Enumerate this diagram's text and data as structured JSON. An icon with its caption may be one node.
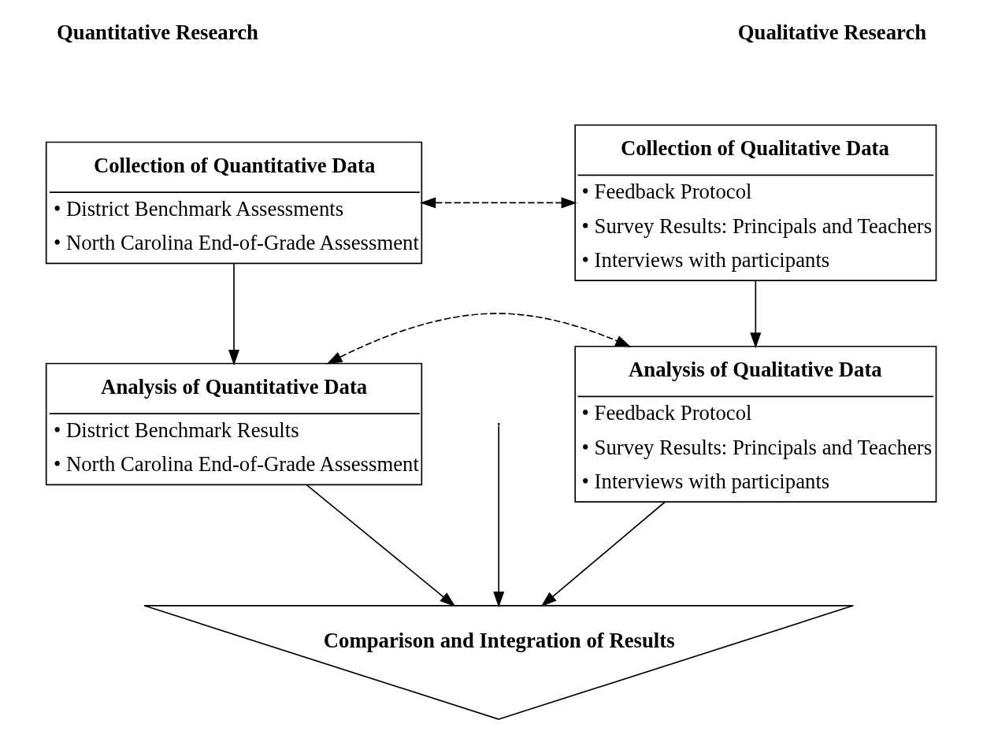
{
  "diagram": {
    "nodes": [
      {
        "text": [
          "Collection of Quantitative Data",
          "• District Benchmark Assessments",
          "• North Carolina End-of-Grade Assessment"
        ]
      },
      {
        "text": [
          "Collection of Qualitative Data",
          "• Feedback Protocol",
          "• Survey Results: Principals and Teachers",
          "• Interviews with participants"
        ]
      },
      {
        "text": [
          "Analysis of Quantitative Data",
          "• District Benchmark Results",
          "• North Carolina End-of-Grade Assessment"
        ]
      },
      {
        "text": [
          "Analysis of Qualitative Data",
          "• Feedback Protocol",
          "• Survey Results: Principals and Teachers",
          "• Interviews with participants"
        ]
      },
      {
        "text": [
          "Comparison and Integration of Results"
        ]
      }
    ],
    "edges": [
      {
        "from": 0,
        "to": 1,
        "arrow": "both",
        "style": "dashed"
      },
      {
        "from": 0,
        "to": 2,
        "arrow": "to"
      },
      {
        "from": 1,
        "to": 3,
        "arrow": "to"
      },
      {
        "from": 2,
        "to": 3,
        "arrow": "both",
        "style": "dashed"
      },
      {
        "from": 2,
        "to": 4,
        "arrow": "to"
      },
      {
        "from": null,
        "to": 4,
        "arrow": "to"
      },
      {
        "from": 3,
        "to": 4,
        "arrow": "to"
      }
    ],
    "labels": [
      "Quantitative Research",
      "Qualitative Research"
    ]
  }
}
